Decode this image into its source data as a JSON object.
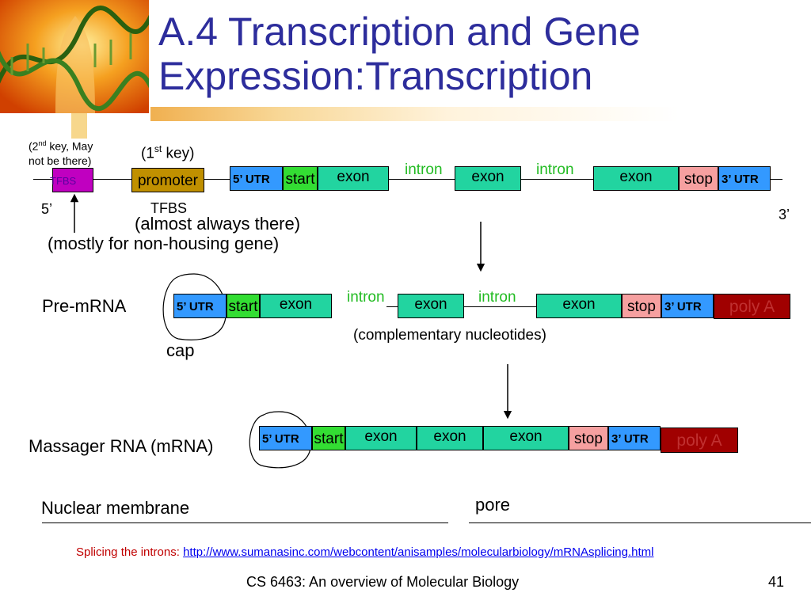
{
  "slide": {
    "title_line1": "A.4 Transcription and Gene",
    "title_line2": "Expression:Transcription",
    "footer": "CS 6463: An overview of Molecular Biology",
    "page_number": "41",
    "splicing_label": "Splicing the introns: ",
    "splicing_link": "http://www.sumanasinc.com/webcontent/anisamples/molecularbiology/mRNAsplicing.html"
  },
  "dna": {
    "second_key_pre": "(2",
    "second_key_sup": "nd",
    "second_key_post1": " key, May",
    "second_key_post2": "not be there)",
    "first_key_pre": "(1",
    "first_key_sup": "st",
    "first_key_post": " key)",
    "tfbs": "TFBS",
    "promoter": "promoter",
    "utr5": "5’ UTR",
    "start": "start",
    "exon": "exon",
    "intron": "intron",
    "stop": "stop",
    "utr3": "3’ UTR",
    "five_prime": "5’",
    "three_prime": "3’",
    "tfbs_below": "TFBS",
    "almost_always": "(almost always there)",
    "mostly_for": "(mostly for non-housing gene)"
  },
  "pre_mrna": {
    "label": "Pre-mRNA",
    "utr5": "5’ UTR",
    "start": "start",
    "exon": "exon",
    "intron": "intron",
    "stop": "stop",
    "utr3": "3’ UTR",
    "poly_a": "poly A",
    "cap": "cap",
    "complementary": "(complementary nucleotides)"
  },
  "mrna": {
    "label": "Massager RNA (mRNA)",
    "utr5": "5’ UTR",
    "start": "start",
    "exon": "exon",
    "stop": "stop",
    "utr3": "3’ UTR",
    "poly_a": "poly A"
  },
  "membrane": {
    "label": "Nuclear membrane",
    "pore": "pore"
  },
  "colors": {
    "title": "#2d2d9c",
    "intron_text": "#22bb22",
    "link": "#0000ee",
    "splicing_text": "#c00000"
  }
}
